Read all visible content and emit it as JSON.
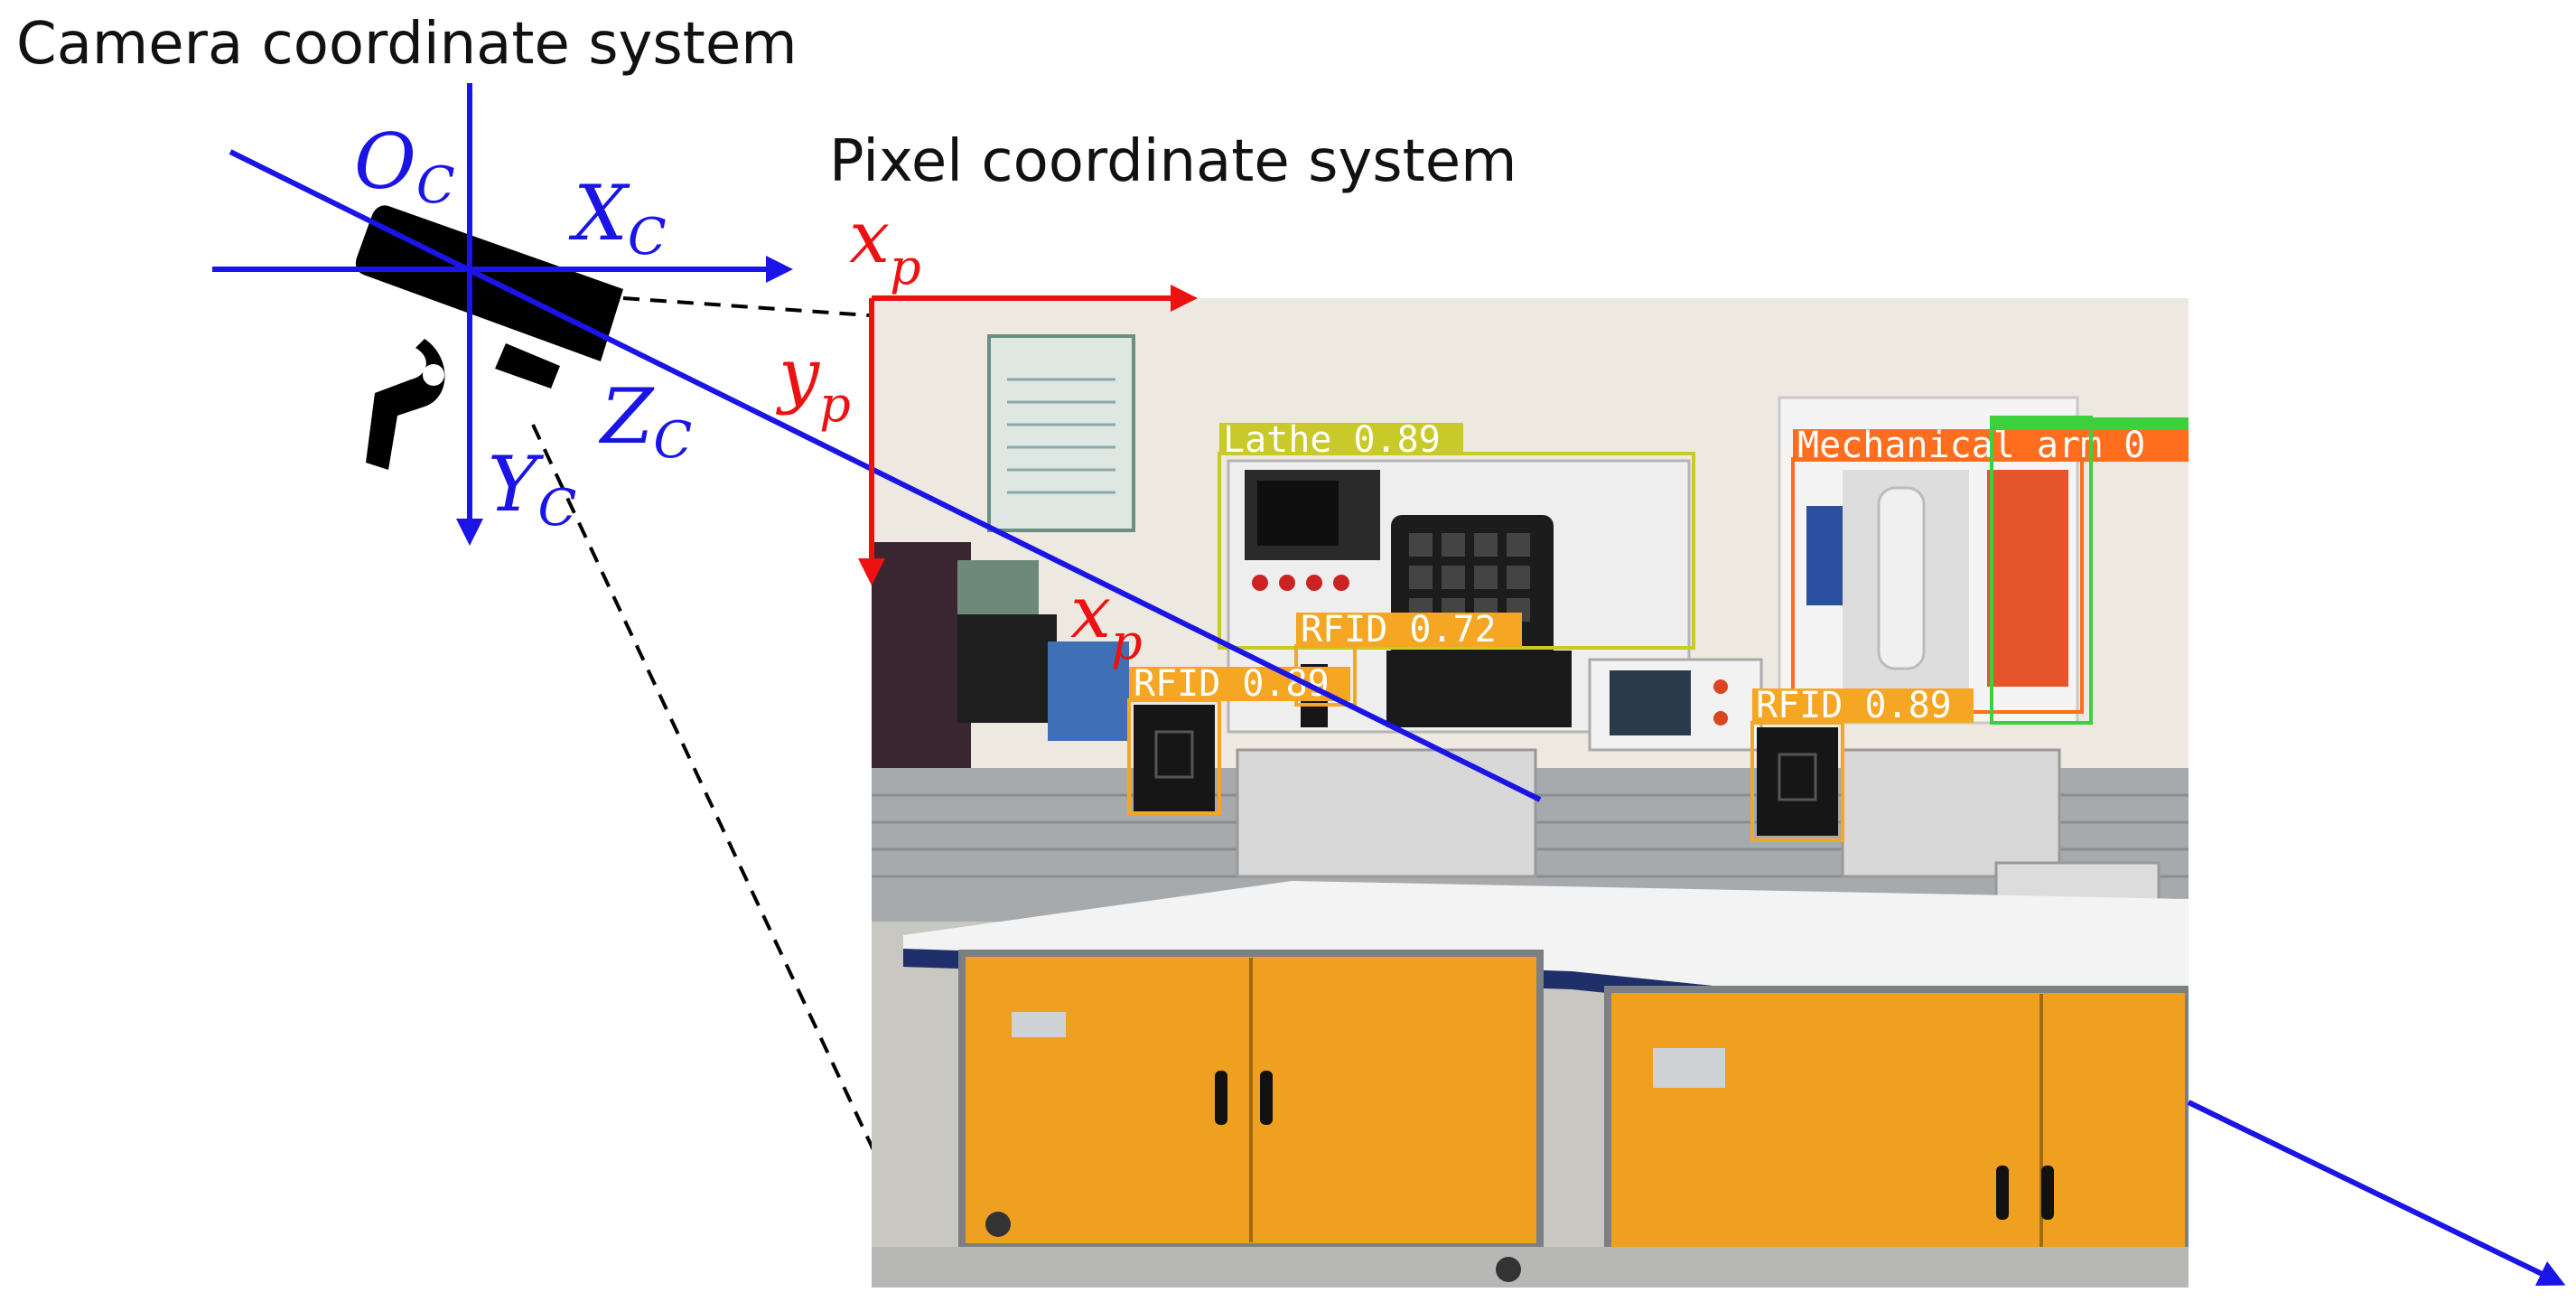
{
  "titles": {
    "camera_system": "Camera coordinate system",
    "pixel_system": "Pixel coordinate system"
  },
  "camera_axes": {
    "origin_main": "O",
    "origin_sub": "C",
    "x_main": "X",
    "x_sub": "C",
    "y_main": "Y",
    "y_sub": "C",
    "z_main": "Z",
    "z_sub": "C"
  },
  "pixel_axes": {
    "x_main": "x",
    "x_sub": "p",
    "y_main": "y",
    "y_sub": "p",
    "point_main": "x",
    "point_sub": "p"
  },
  "detections": [
    {
      "label": "Lathe 0.89",
      "color": "#c9c92a"
    },
    {
      "label": "Mechanical arm 0",
      "color": "#ff6e1e"
    },
    {
      "label": "RFID 0.72",
      "color": "#f5a623"
    },
    {
      "label": "RFID 0.89",
      "color": "#f5a623"
    },
    {
      "label": "RFID 0.89",
      "color": "#f5a623"
    },
    {
      "label": "",
      "color": "#3cd13c"
    }
  ],
  "colors": {
    "camera_axes": "#1a14e6",
    "pixel_axes": "#ee1111",
    "cabinet": "#f0a020",
    "camera_body": "#000000"
  }
}
